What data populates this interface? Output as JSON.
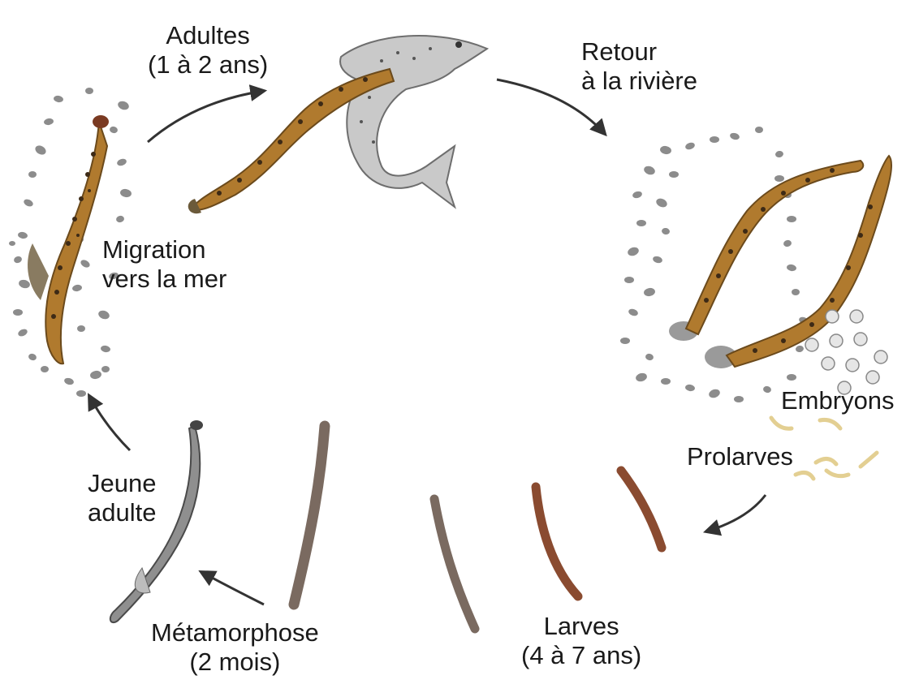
{
  "stages": {
    "adultes": {
      "line1": "Adultes",
      "line2": "(1 à 2 ans)"
    },
    "retour": {
      "line1": "Retour",
      "line2": "à la rivière"
    },
    "migration": {
      "line1": "Migration",
      "line2": "vers la mer"
    },
    "embryons": {
      "line1": "Embryons"
    },
    "prolarves": {
      "line1": "Prolarves"
    },
    "jeune": {
      "line1": "Jeune",
      "line2": "adulte"
    },
    "metamorphose": {
      "line1": "Métamorphose",
      "line2": "(2 mois)"
    },
    "larves": {
      "line1": "Larves",
      "line2": "(4 à 7 ans)"
    }
  },
  "colors": {
    "adult_body": "#b07a2e",
    "adult_spots": "#3d2a16",
    "fish_body": "#c9c9c9",
    "larva_brown": "#8a4b30",
    "larva_grey": "#7a6a60",
    "juvenile_grey": "#8f8f8f",
    "prolarva": "#e3cf92",
    "arrow": "#333333",
    "pebble": "#8c8c8c"
  }
}
